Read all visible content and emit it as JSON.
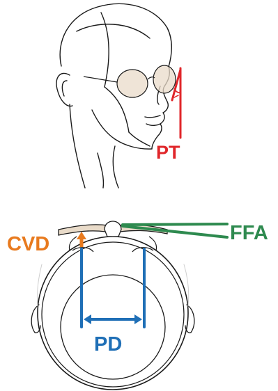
{
  "labels": {
    "pt": "PT",
    "cvd": "CVD",
    "ffa": "FFA",
    "pd": "PD"
  },
  "colors": {
    "pt": "#e0262a",
    "cvd": "#e87a1e",
    "ffa": "#2e8a4f",
    "pd": "#1f6fb6",
    "lens_fill": "#e9dbc9",
    "outline": "#1a1a1a"
  }
}
